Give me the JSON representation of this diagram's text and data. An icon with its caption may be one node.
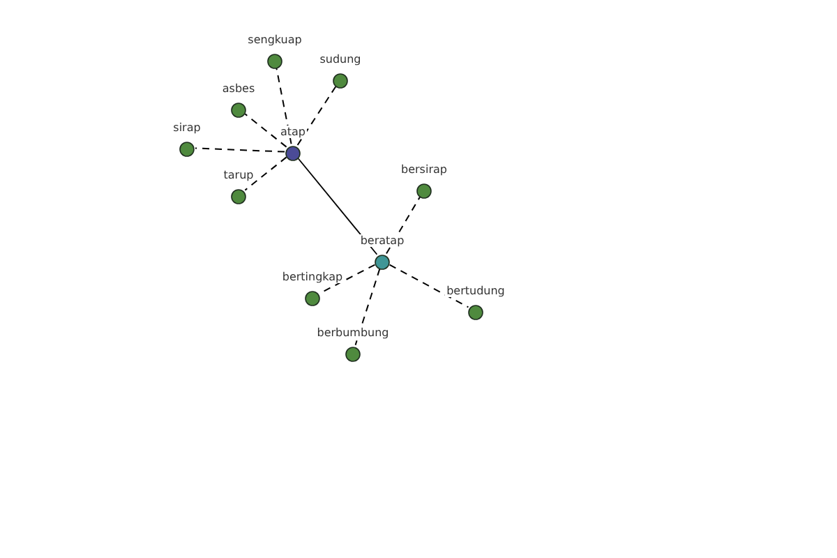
{
  "diagram": {
    "nodes": [
      {
        "text": [
          "atap"
        ]
      },
      {
        "text": [
          "sengkuap"
        ]
      },
      {
        "text": [
          "sudung"
        ]
      },
      {
        "text": [
          "asbes"
        ]
      },
      {
        "text": [
          "sirap"
        ]
      },
      {
        "text": [
          "tarup"
        ]
      },
      {
        "text": [
          "beratap"
        ]
      },
      {
        "text": [
          "bersirap"
        ]
      },
      {
        "text": [
          "bertingkap"
        ]
      },
      {
        "text": [
          "bertudung"
        ]
      },
      {
        "text": [
          "berbumbung"
        ]
      }
    ],
    "edges": [
      {
        "from": 0,
        "to": 1,
        "arrow": "none",
        "style": "dashed"
      },
      {
        "from": 0,
        "to": 2,
        "arrow": "none",
        "style": "dashed"
      },
      {
        "from": 0,
        "to": 3,
        "arrow": "none",
        "style": "dashed"
      },
      {
        "from": 0,
        "to": 4,
        "arrow": "none",
        "style": "dashed"
      },
      {
        "from": 0,
        "to": 5,
        "arrow": "none",
        "style": "dashed"
      },
      {
        "from": 0,
        "to": 6,
        "arrow": "none"
      },
      {
        "from": 6,
        "to": 7,
        "arrow": "none",
        "style": "dashed"
      },
      {
        "from": 6,
        "to": 8,
        "arrow": "none",
        "style": "dashed"
      },
      {
        "from": 6,
        "to": 9,
        "arrow": "none",
        "style": "dashed"
      },
      {
        "from": 6,
        "to": 10,
        "arrow": "none",
        "style": "dashed"
      }
    ]
  }
}
